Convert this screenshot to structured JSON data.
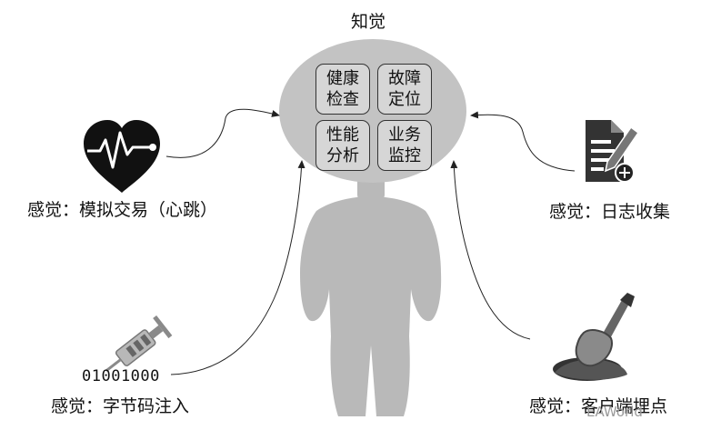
{
  "title": "知觉",
  "functions": [
    {
      "line1": "健康",
      "line2": "检查"
    },
    {
      "line1": "故障",
      "line2": "定位"
    },
    {
      "line1": "性能",
      "line2": "分析"
    },
    {
      "line1": "业务",
      "line2": "监控"
    }
  ],
  "sensors": {
    "heartbeat": {
      "label": "感觉：模拟交易（心跳）",
      "icon": "heart-pulse-icon"
    },
    "logs": {
      "label": "感觉：日志收集",
      "icon": "document-pen-icon"
    },
    "bytecode": {
      "label": "感觉：字节码注入",
      "bits": "01001000",
      "icon": "syringe-icon"
    },
    "client": {
      "label": "感觉：客户端埋点",
      "icon": "shovel-icon"
    }
  },
  "watermark": "EAWorld"
}
